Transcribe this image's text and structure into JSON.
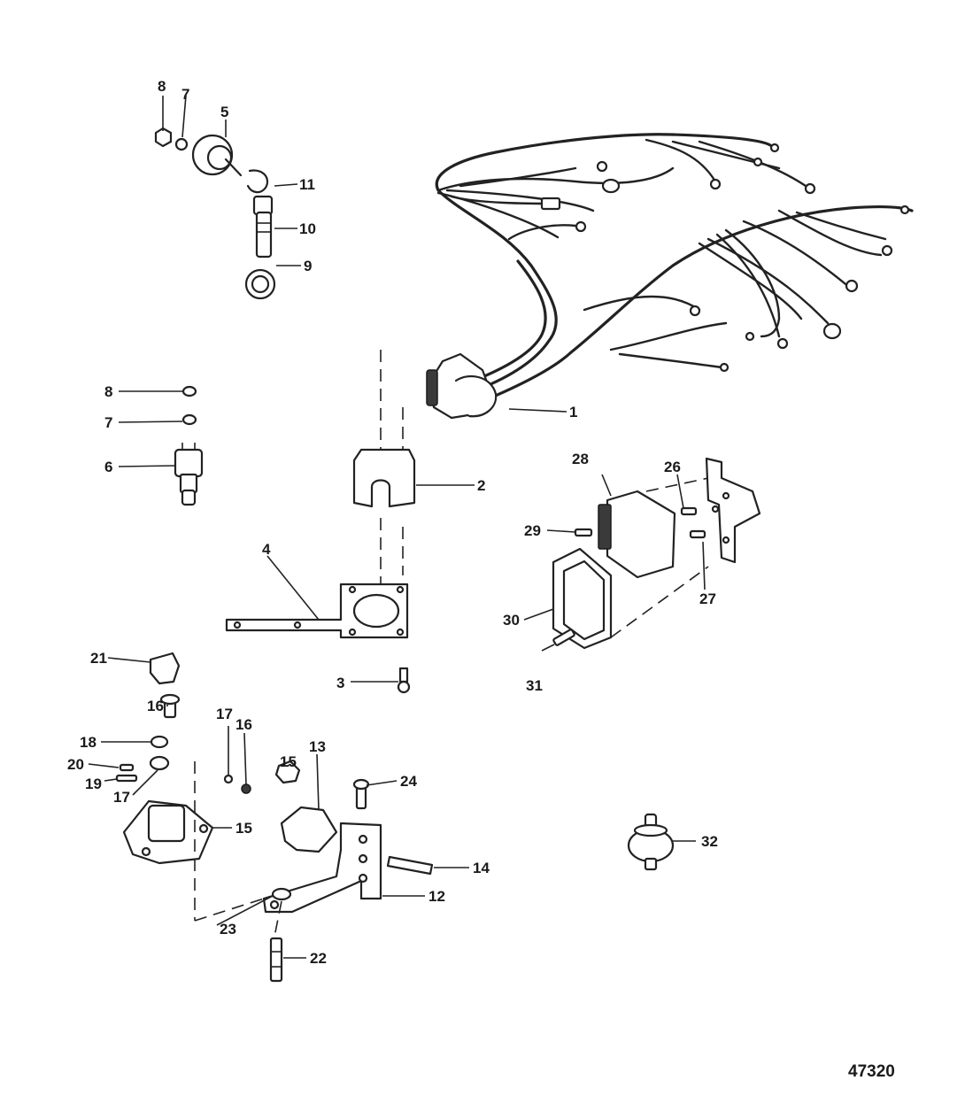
{
  "callouts": {
    "c1": "1",
    "c2": "2",
    "c3": "3",
    "c4": "4",
    "c5": "5",
    "c6": "6",
    "c7a": "7",
    "c7b": "7",
    "c8a": "8",
    "c8b": "8",
    "c9": "9",
    "c10": "10",
    "c11": "11",
    "c12": "12",
    "c13": "13",
    "c14": "14",
    "c15a": "15",
    "c15b": "15",
    "c16a": "16",
    "c16b": "16",
    "c17a": "17",
    "c17b": "17",
    "c18": "18",
    "c19": "19",
    "c20": "20",
    "c21": "21",
    "c22": "22",
    "c23": "23",
    "c24": "24",
    "c26": "26",
    "c27": "27",
    "c28": "28",
    "c29": "29",
    "c30": "30",
    "c31": "31",
    "c32": "32"
  },
  "figure_number": "47320"
}
